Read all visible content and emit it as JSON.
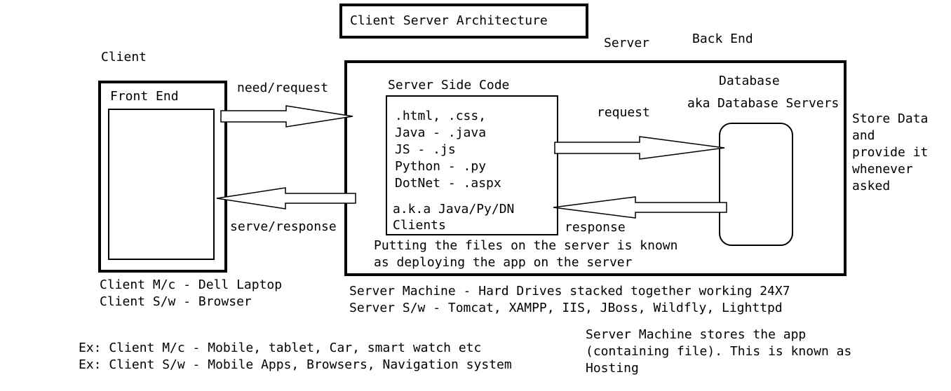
{
  "title": "Client Server Architecture",
  "client": {
    "heading": "Client",
    "front_end": "Front End",
    "machine": "Client M/c - Dell Laptop",
    "software": "Client S/w - Browser"
  },
  "arrows": {
    "need_request": "need/request",
    "serve_response": "serve/response",
    "request": "request",
    "response": "response"
  },
  "server": {
    "heading": "Server",
    "code_heading": "Server Side Code",
    "code_lines": [
      ".html, .css,",
      "Java - .java",
      "JS - .js",
      "Python - .py",
      "DotNet - .aspx"
    ],
    "clients_line1": "a.k.a Java/Py/DN",
    "clients_line2": "Clients",
    "deploy_line1": "Putting the files on the server is known",
    "deploy_line2": "as deploying the app on the server",
    "machine": "Server Machine - Hard Drives stacked together working 24X7",
    "software": "Server S/w - Tomcat, XAMPP, IIS, JBoss, Wildfly, Lighttpd",
    "hosting_line1": "Server Machine stores the app",
    "hosting_line2": "(containing file). This is known as",
    "hosting_line3": "Hosting"
  },
  "backend": {
    "heading": "Back End",
    "database": "Database",
    "aka": "aka",
    "db_servers": "Database Servers",
    "store_lines": [
      "Store Data",
      "and",
      "provide it",
      "whenever",
      "asked"
    ]
  },
  "examples": {
    "machine": "Ex: Client M/c - Mobile, tablet, Car, smart watch etc",
    "software": "Ex: Client S/w - Mobile Apps, Browsers, Navigation system"
  }
}
